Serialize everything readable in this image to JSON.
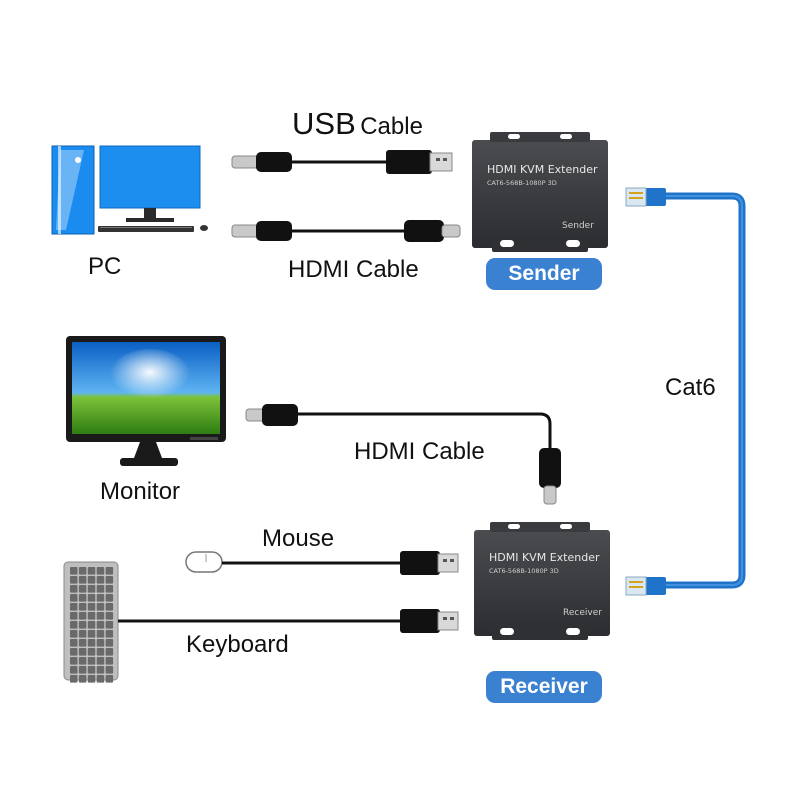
{
  "labels": {
    "usb_cable_prefix": "USB",
    "usb_cable_suffix": "Cable",
    "hdmi_cable_top": "HDMI Cable",
    "pc": "PC",
    "sender": "Sender",
    "cat6": "Cat6",
    "hdmi_cable_monitor": "HDMI Cable",
    "monitor": "Monitor",
    "mouse": "Mouse",
    "keyboard": "Keyboard",
    "receiver": "Receiver"
  },
  "sender_device": {
    "title": "HDMI KVM Extender",
    "model": "CAT6-568B-1080P 3D",
    "role": "Sender"
  },
  "receiver_device": {
    "title": "HDMI KVM Extender",
    "model": "CAT6-568B-1080P 3D",
    "role": "Receiver"
  },
  "colors": {
    "badge": "#3a82d1",
    "cat6_cable": "#1f73c9",
    "device_body": "#3b3d40",
    "cable": "#111111",
    "screen_blue": "#1c8ef0"
  }
}
